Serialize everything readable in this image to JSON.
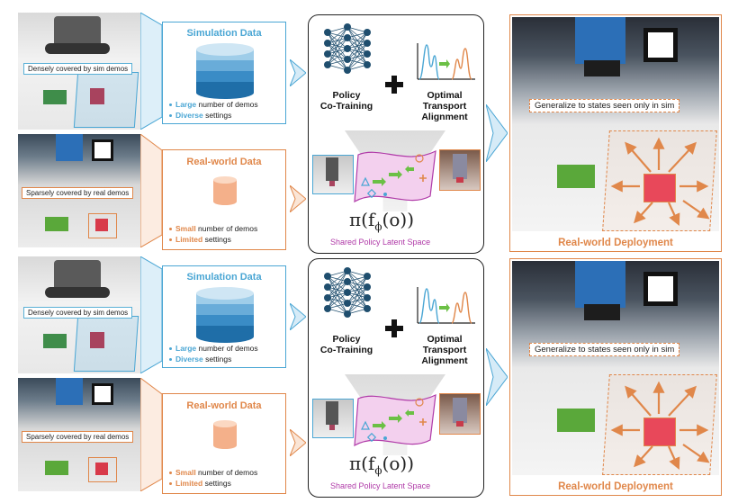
{
  "panels": [
    {
      "sim_label": "Densely covered by sim demos",
      "real_label": "Sparsely covered by real demos",
      "sim_title": "Simulation Data",
      "sim_bullets": [
        {
          "bold": "Large",
          "rest": " number of demos"
        },
        {
          "bold": "Diverse",
          "rest": " settings"
        }
      ],
      "real_title": "Real-world Data",
      "real_bullets": [
        {
          "bold": "Small",
          "rest": " number of demos"
        },
        {
          "bold": "Limited",
          "rest": " settings"
        }
      ],
      "policy_label": "Policy\nCo-Training",
      "ot_label": "Optimal\nTransport\nAlignment",
      "formula": "π(f",
      "formula_sub": "ϕ",
      "formula_tail": "(o))",
      "latent_label": "Shared Policy Latent Space",
      "generalize_label": "Generalize to states seen only in sim",
      "deploy_title": "Real-world Deployment"
    },
    {
      "sim_label": "Densely covered by sim demos",
      "real_label": "Sparsely covered by real demos",
      "sim_title": "Simulation Data",
      "sim_bullets": [
        {
          "bold": "Large",
          "rest": " number of demos"
        },
        {
          "bold": "Diverse",
          "rest": " settings"
        }
      ],
      "real_title": "Real-world Data",
      "real_bullets": [
        {
          "bold": "Small",
          "rest": " number of demos"
        },
        {
          "bold": "Limited",
          "rest": " settings"
        }
      ],
      "policy_label": "Policy\nCo-Training",
      "ot_label": "Optimal\nTransport\nAlignment",
      "formula": "π(f",
      "formula_sub": "ϕ",
      "formula_tail": "(o))",
      "latent_label": "Shared Policy Latent Space",
      "generalize_label": "Generalize to states seen only in sim",
      "deploy_title": "Real-world Deployment"
    }
  ],
  "colors": {
    "sim_blue": "#4aa6d4",
    "real_orange": "#e0874a",
    "latent_purple": "#b03aa8",
    "nn_navy": "#1f4e6e"
  },
  "icons": [
    "neural-network-icon",
    "plus-icon",
    "distribution-icon",
    "database-icon",
    "cylinder-icon",
    "chevron-arrow-icon"
  ]
}
